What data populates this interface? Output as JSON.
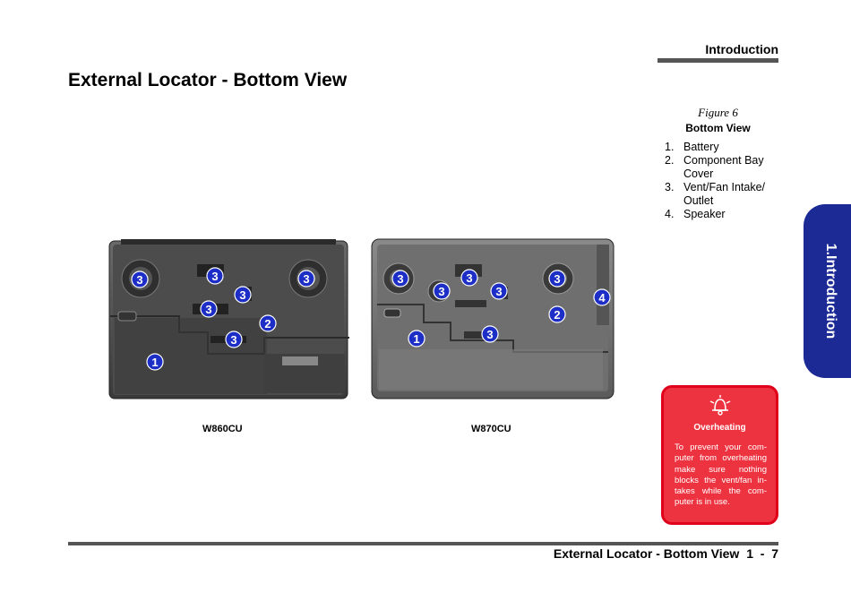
{
  "header": {
    "section": "Introduction"
  },
  "page_title": "External Locator - Bottom View",
  "figure": {
    "number": "Figure 6",
    "title": "Bottom View"
  },
  "legend": [
    {
      "num": "1.",
      "label": "Battery"
    },
    {
      "num": "2.",
      "label": "Component Bay Cover"
    },
    {
      "num": "3.",
      "label": "Vent/Fan Intake/ Outlet"
    },
    {
      "num": "4.",
      "label": "Speaker"
    }
  ],
  "side_tab": "1.Introduction",
  "warning": {
    "icon": "overheating-icon",
    "title": "Overheating",
    "text": "To prevent your com-puter from overheating make sure nothing blocks the vent/fan in-takes while the com-puter is in use."
  },
  "models": {
    "left": "W860CU",
    "right": "W870CU"
  },
  "callouts": {
    "battery": "1",
    "bay": "2",
    "vent": "3",
    "speaker": "4"
  },
  "footer": {
    "label": "External Locator - Bottom View",
    "page": "1  -  7"
  },
  "colors": {
    "accent_blue": "#1b2a95",
    "callout_blue": "#1d2ec7",
    "warning_red": "#ee3340",
    "rule_gray": "#555555"
  }
}
